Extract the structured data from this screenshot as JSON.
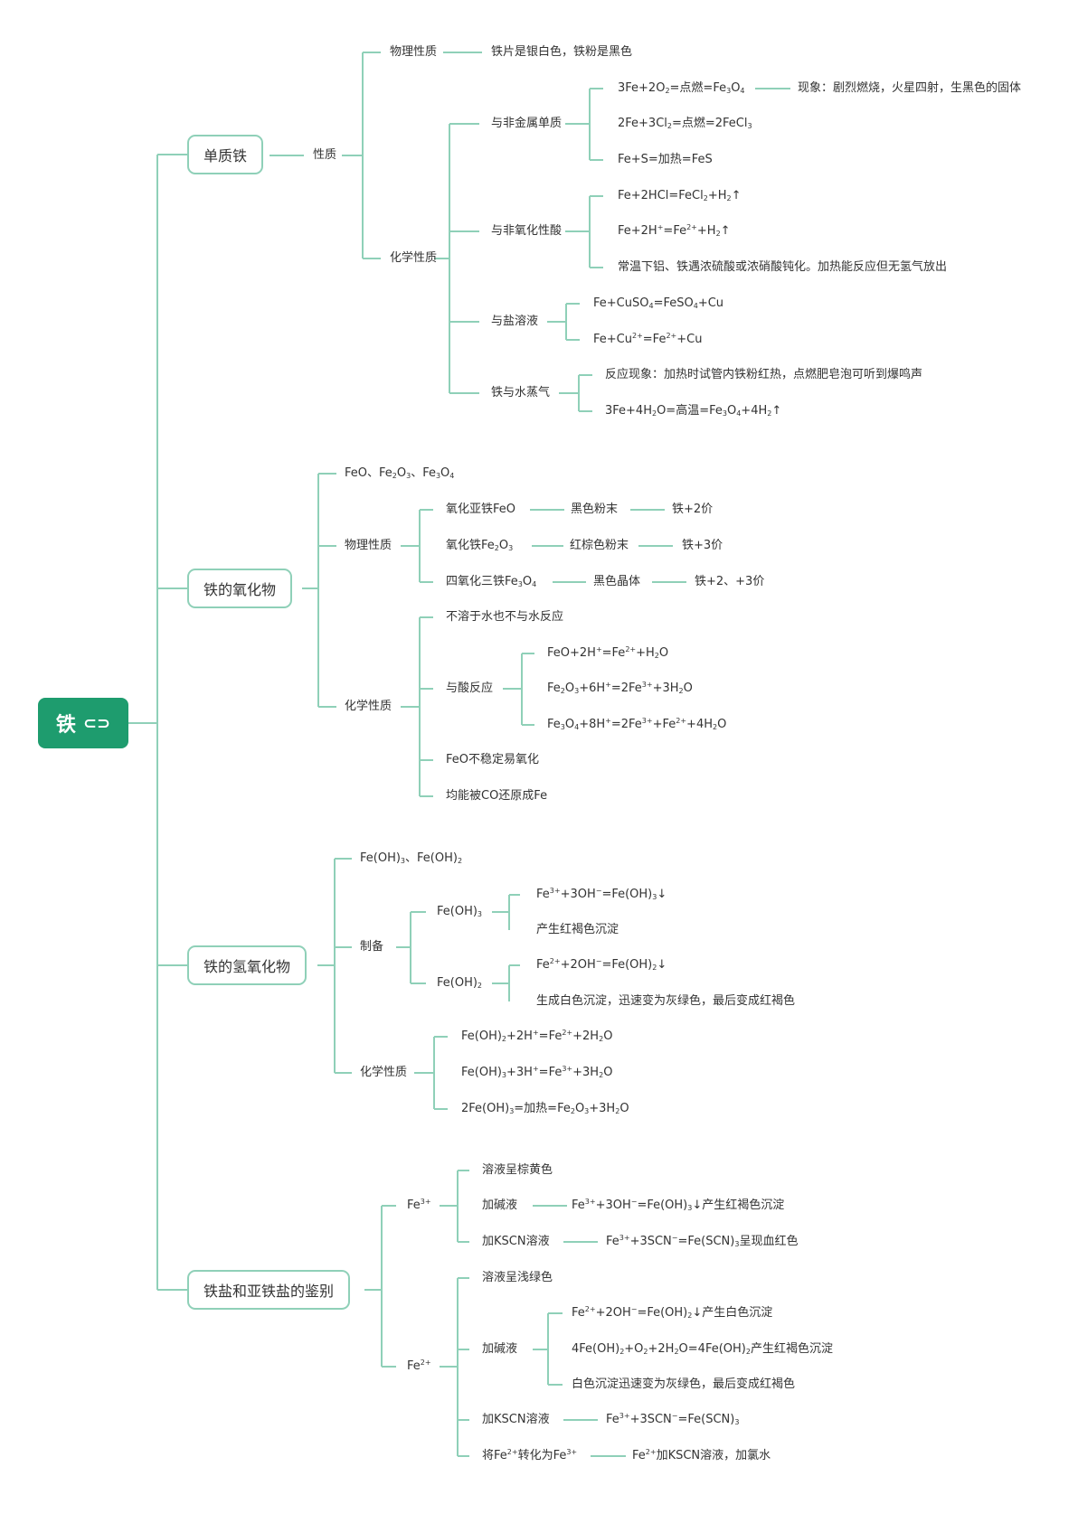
{
  "root": {
    "label": "铁",
    "icon": "link-icon"
  },
  "branches": {
    "elemental": {
      "title": "单质铁",
      "properties": "性质",
      "physical": {
        "label": "物理性质",
        "desc": "铁片是银白色，铁粉是黑色"
      },
      "chemical": {
        "label": "化学性质",
        "nonmetal": {
          "label": "与非金属单质",
          "eq1": "3Fe+2O<sub>2</sub>=点燃=Fe<sub>3</sub>O<sub>4</sub>",
          "eq1_note": "现象：剧烈燃烧，火星四射，生黑色的固体",
          "eq2": "2Fe+3Cl<sub>2</sub>=点燃=2FeCl<sub>3</sub>",
          "eq3": "Fe+S=加热=FeS"
        },
        "acid": {
          "label": "与非氧化性酸",
          "eq1": "Fe+2HCl=FeCl<sub>2</sub>+H<sub>2</sub>↑",
          "eq2": "Fe+2H<sup>+</sup>=Fe<sup>2+</sup>+H<sub>2</sub>↑",
          "note": "常温下铝、铁遇浓硫酸或浓硝酸钝化。加热能反应但无氢气放出"
        },
        "salt": {
          "label": "与盐溶液",
          "eq1": "Fe+CuSO<sub>4</sub>=FeSO<sub>4</sub>+Cu",
          "eq2": "Fe+Cu<sup>2+</sup>=Fe<sup>2+</sup>+Cu"
        },
        "steam": {
          "label": "铁与水蒸气",
          "phenomenon": "反应现象：加热时试管内铁粉红热，点燃肥皂泡可听到爆鸣声",
          "eq": "3Fe+4H<sub>2</sub>O=高温=Fe<sub>3</sub>O<sub>4</sub>+4H<sub>2</sub>↑"
        }
      }
    },
    "oxides": {
      "title": "铁的氧化物",
      "list": "FeO、Fe<sub>2</sub>O<sub>3</sub>、Fe<sub>3</sub>O<sub>4</sub>",
      "physical": {
        "label": "物理性质",
        "rows": [
          {
            "name": "氧化亚铁FeO",
            "color": "黑色粉末",
            "valence": "铁+2价"
          },
          {
            "name": "氧化铁Fe<sub>2</sub>O<sub>3</sub>",
            "color": "红棕色粉末",
            "valence": "铁+3价"
          },
          {
            "name": "四氧化三铁Fe<sub>3</sub>O<sub>4</sub>",
            "color": "黑色晶体",
            "valence": "铁+2、+3价"
          }
        ]
      },
      "chemical": {
        "label": "化学性质",
        "insoluble": "不溶于水也不与水反应",
        "acid": {
          "label": "与酸反应",
          "eq1": "FeO+2H<sup>+</sup>=Fe<sup>2+</sup>+H<sub>2</sub>O",
          "eq2": "Fe<sub>2</sub>O<sub>3</sub>+6H<sup>+</sup>=2Fe<sup>3+</sup>+3H<sub>2</sub>O",
          "eq3": "Fe<sub>3</sub>O<sub>4</sub>+8H<sup>+</sup>=2Fe<sup>3+</sup>+Fe<sup>2+</sup>+4H<sub>2</sub>O"
        },
        "unstable": "FeO不稳定易氧化",
        "reduce": "均能被CO还原成Fe"
      }
    },
    "hydroxides": {
      "title": "铁的氢氧化物",
      "list": "Fe(OH)<sub>3</sub>、Fe(OH)<sub>2</sub>",
      "prep": {
        "label": "制备",
        "feoh3": {
          "label": "Fe(OH)<sub>3</sub>",
          "eq": "Fe<sup>3+</sup>+3OH<sup>−</sup>=Fe(OH)<sub>3</sub>↓",
          "note": "产生红褐色沉淀"
        },
        "feoh2": {
          "label": "Fe(OH)<sub>2</sub>",
          "eq": "Fe<sup>2+</sup>+2OH<sup>−</sup>=Fe(OH)<sub>2</sub>↓",
          "note": "生成白色沉淀，迅速变为灰绿色，最后变成红褐色"
        }
      },
      "chemical": {
        "label": "化学性质",
        "eq1": "Fe(OH)<sub>2</sub>+2H<sup>+</sup>=Fe<sup>2+</sup>+2H<sub>2</sub>O",
        "eq2": "Fe(OH)<sub>3</sub>+3H<sup>+</sup>=Fe<sup>3+</sup>+3H<sub>2</sub>O",
        "eq3": "2Fe(OH)<sub>3</sub>=加热=Fe<sub>2</sub>O<sub>3</sub>+3H<sub>2</sub>O"
      }
    },
    "identification": {
      "title": "铁盐和亚铁盐的鉴别",
      "fe3": {
        "label": "Fe<sup>3+</sup>",
        "color": "溶液呈棕黄色",
        "alkali": "加碱液",
        "alkali_result": "Fe<sup>3+</sup>+3OH<sup>−</sup>=Fe(OH)<sub>3</sub>↓产生红褐色沉淀",
        "kscn": "加KSCN溶液",
        "kscn_result": "Fe<sup>3+</sup>+3SCN<sup>−</sup>=Fe(SCN)<sub>3</sub>呈现血红色"
      },
      "fe2": {
        "label": "Fe<sup>2+</sup>",
        "color": "溶液呈浅绿色",
        "alkali": "加碱液",
        "alkali_r1": "Fe<sup>2+</sup>+2OH<sup>−</sup>=Fe(OH)<sub>2</sub>↓产生白色沉淀",
        "alkali_r2": "4Fe(OH)<sub>2</sub>+O<sub>2</sub>+2H<sub>2</sub>O=4Fe(OH)<sub>2</sub>产生红褐色沉淀",
        "alkali_r3": "白色沉淀迅速变为灰绿色，最后变成红褐色",
        "kscn": "加KSCN溶液",
        "kscn_result": "Fe<sup>3+</sup>+3SCN<sup>−</sup>=Fe(SCN)<sub>3</sub>",
        "convert": "将Fe<sup>2+</sup>转化为Fe<sup>3+</sup>",
        "convert_result": "Fe<sup>2+</sup>加KSCN溶液，加氯水"
      }
    }
  },
  "colors": {
    "line": "#8fd0b8",
    "root_bg": "#1e9c6e",
    "text": "#333333"
  }
}
